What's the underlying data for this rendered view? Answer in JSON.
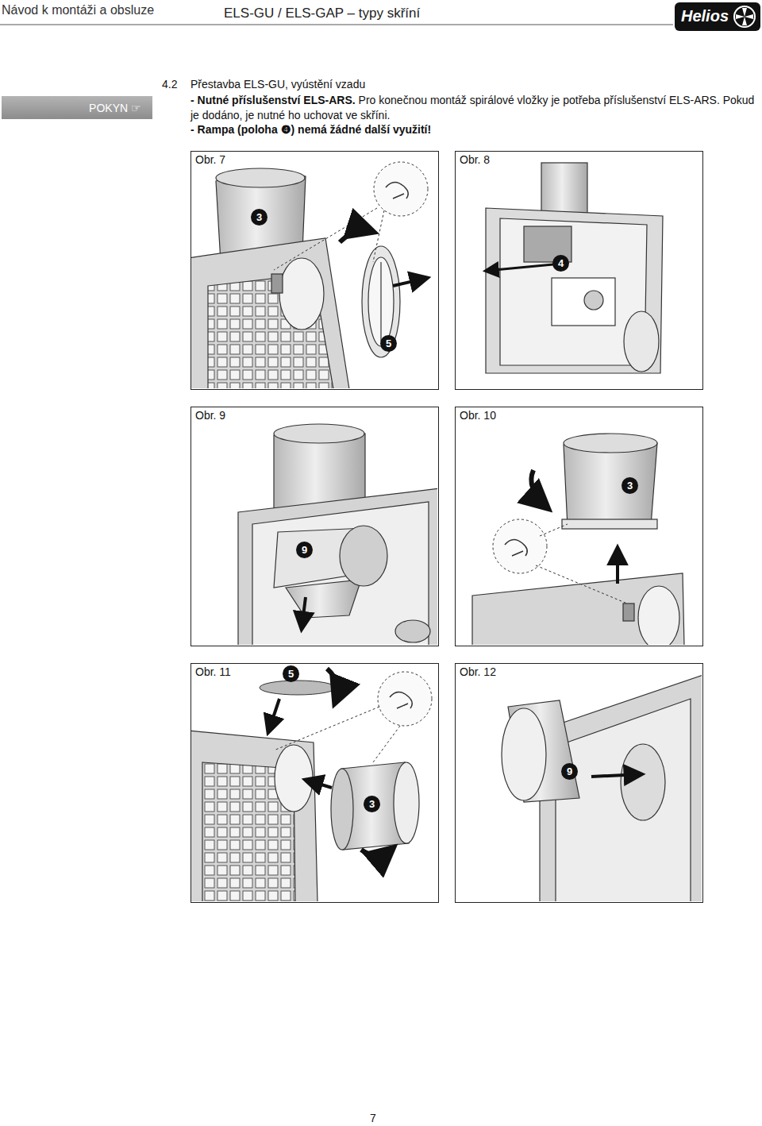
{
  "diagram": {
    "title": "Přestavba ELS-GU, vyústění vzadu",
    "nodes": [
      {
        "text": [
          "POKYN ☞"
        ]
      },
      {
        "text": [
          "Obr. 7"
        ]
      },
      {
        "text": [
          "3"
        ],
        "in": 1
      },
      {
        "text": [
          "5"
        ],
        "in": 1
      },
      {
        "text": [
          "Obr. 8"
        ]
      },
      {
        "text": [
          "4"
        ],
        "in": 4
      },
      {
        "text": [
          "Obr. 9"
        ]
      },
      {
        "text": [
          "9"
        ],
        "in": 6
      },
      {
        "text": [
          "Obr. 10"
        ]
      },
      {
        "text": [
          "3"
        ],
        "in": 8
      },
      {
        "text": [
          "Obr. 11"
        ]
      },
      {
        "text": [
          "5"
        ],
        "in": 10
      },
      {
        "text": [
          "3"
        ],
        "in": 10
      },
      {
        "text": [
          "Obr. 12"
        ]
      },
      {
        "text": [
          "9"
        ],
        "in": 13
      }
    ],
    "labels": [
      "Návod k montáži a obsluze",
      "ELS-GU / ELS-GAP – typy skříní",
      "Helios",
      "4.2",
      "- Nutné příslušenství ELS-ARS.",
      "Pro konečnou montáž spirálové vložky je potřeba příslušenství ELS-ARS. Pokud je dodáno, je nutné ho uchovat ve skříni.",
      "- Rampa (poloha ❹) nemá žádné další využití!",
      "7"
    ]
  }
}
